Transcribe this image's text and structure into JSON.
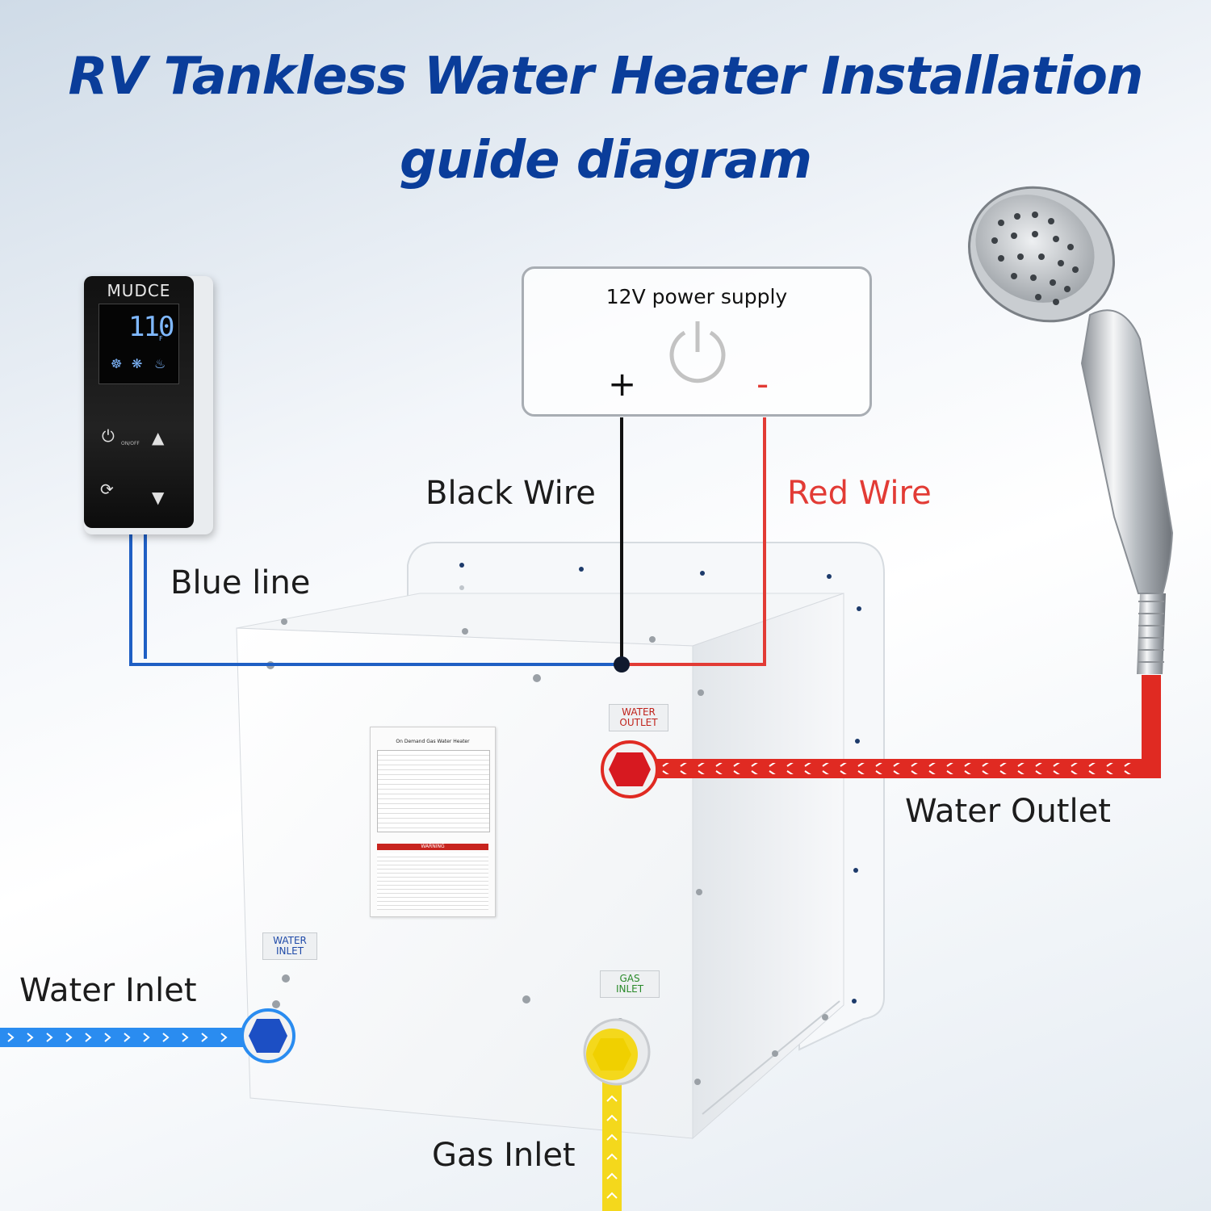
{
  "title": {
    "line1": "RV Tankless Water Heater Installation",
    "line2": "guide diagram"
  },
  "power_supply": {
    "label": "12V power supply",
    "plus": "+",
    "minus": "-"
  },
  "wires": {
    "black": "Black Wire",
    "red": "Red Wire",
    "blue": "Blue line"
  },
  "connections": {
    "water_outlet": "Water Outlet",
    "water_inlet": "Water Inlet",
    "gas_inlet": "Gas Inlet"
  },
  "tags": {
    "water_outlet_l1": "WATER",
    "water_outlet_l2": "OUTLET",
    "water_inlet_l1": "WATER",
    "water_inlet_l2": "INLET",
    "gas_inlet_l1": "GAS",
    "gas_inlet_l2": "INLET"
  },
  "controller": {
    "brand": "MUDCE",
    "temperature": "110",
    "unit": "F",
    "onoff": "ON/OFF"
  },
  "rating_plate": {
    "title": "On Demand Gas Water Heater",
    "warning": "WARNING"
  },
  "colors": {
    "title": "#0a3d9a",
    "red_wire": "#e23b35",
    "blue_line": "#1f5fc4",
    "water_outlet_pipe": "#e02a22",
    "water_inlet_pipe": "#2a8cf0",
    "gas_pipe": "#f4d81c"
  }
}
